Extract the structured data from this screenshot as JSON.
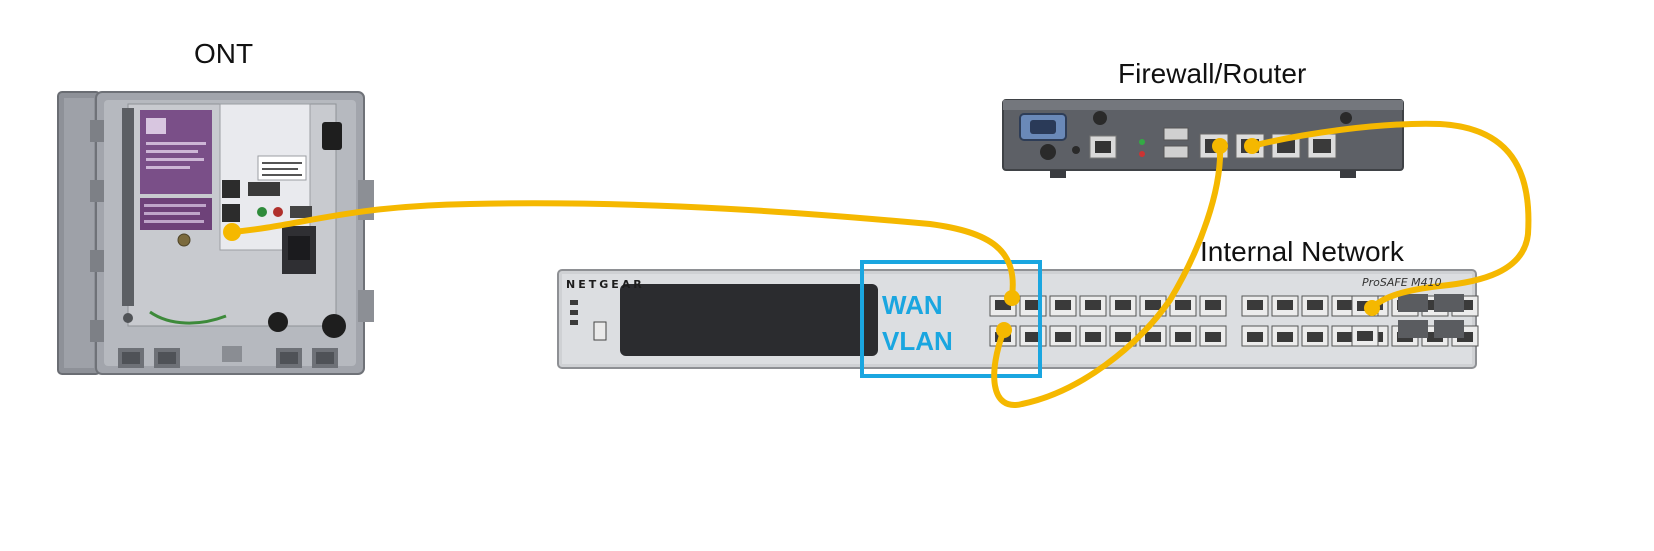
{
  "labels": {
    "ont": "ONT",
    "firewall": "Firewall/Router",
    "internal": "Internal Network",
    "wan_line1": "WAN",
    "wan_line2": "VLAN"
  },
  "switch": {
    "brand": "NETGEAR",
    "model": "ProSAFE M410"
  },
  "colors": {
    "cable": "#f5b800",
    "wan_box": "#1aa6e0",
    "wan_text": "#1aa6e0"
  }
}
